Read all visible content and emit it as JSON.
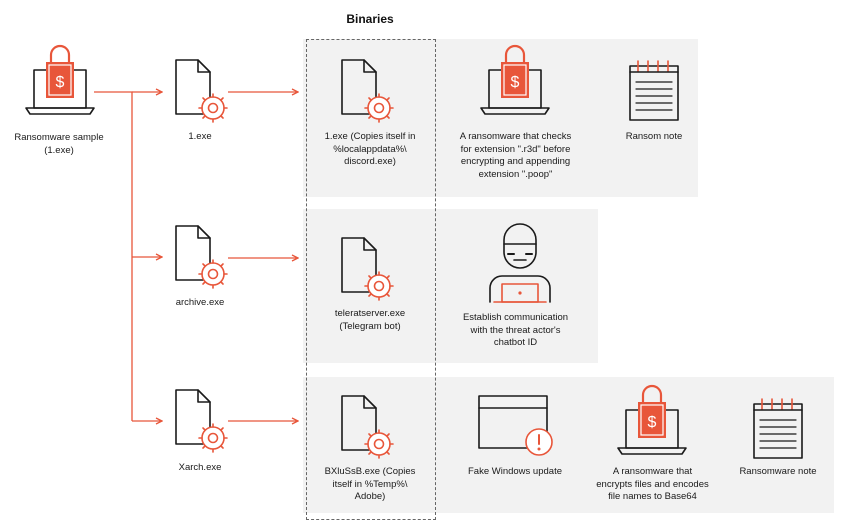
{
  "title": "Binaries",
  "source": {
    "label": "Ransomware sample\n(1.exe)",
    "icon": "laptop-lock-icon"
  },
  "droppers": [
    {
      "label": "1.exe",
      "icon": "exe-file-gear-icon"
    },
    {
      "label": "archive.exe",
      "icon": "exe-file-gear-icon"
    },
    {
      "label": "Xarch.exe",
      "icon": "exe-file-gear-icon"
    }
  ],
  "binaries": [
    {
      "label": "1.exe (Copies itself in\n%localappdata%\\\ndiscord.exe)",
      "icon": "exe-file-gear-icon"
    },
    {
      "label": "teleratserver.exe\n(Telegram bot)",
      "icon": "exe-file-gear-icon"
    },
    {
      "label": "BXluSsB.exe (Copies\nitself in %Temp%\\\nAdobe)",
      "icon": "exe-file-gear-icon"
    }
  ],
  "row1": [
    {
      "label": "A ransomware that checks\nfor extension \".r3d\" before\nencrypting and appending\nextension \".poop\"",
      "icon": "laptop-lock-icon"
    },
    {
      "label": "Ransom note",
      "icon": "notepad-icon"
    }
  ],
  "row2": [
    {
      "label": "Establish communication\nwith the threat actor's\nchatbot ID",
      "icon": "hacker-laptop-icon"
    }
  ],
  "row3": [
    {
      "label": "Fake Windows update",
      "icon": "window-alert-icon"
    },
    {
      "label": "A ransomware that\nencrypts files and encodes\nfile names to Base64",
      "icon": "laptop-lock-icon"
    },
    {
      "label": "Ransomware note",
      "icon": "notepad-icon"
    }
  ],
  "colors": {
    "accent": "#e8563a",
    "panel": "#f2f2f2",
    "ink": "#1a1a1a"
  }
}
